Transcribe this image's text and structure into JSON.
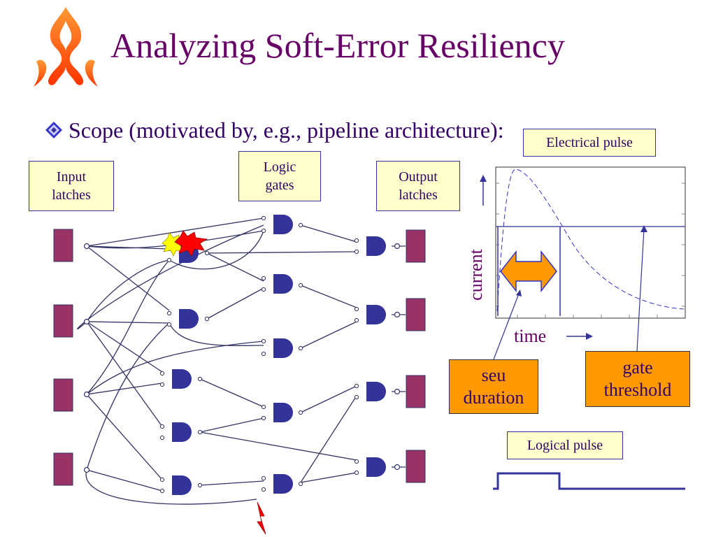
{
  "title": "Analyzing Soft-Error Resiliency",
  "bullet": {
    "text": "Scope (motivated by, e.g., pipeline architecture):"
  },
  "labels": {
    "input_latches": "Input\nlatches",
    "logic_gates": "Logic\ngates",
    "output_latches": "Output\nlatches",
    "electrical_pulse": "Electrical pulse",
    "logical_pulse": "Logical pulse",
    "seu_duration": "seu\nduration",
    "gate_threshold": "gate\nthreshold"
  },
  "axes": {
    "current": "current",
    "time": "time"
  },
  "colors": {
    "title": "#660066",
    "latch_fill": "#993366",
    "gate_fill": "#333399",
    "label_box_fill": "#ffffcc",
    "callout_fill": "#ff9900",
    "wire": "#333366",
    "pulse_line": "#333399",
    "strike_red": "#ff0000",
    "strike_yellow": "#ffff00"
  },
  "icons": {
    "logo": "flame-logo-icon",
    "bullet": "diamond-bullet-icon",
    "strike": "lightning-bolt-icon",
    "burst": "starburst-icon",
    "arrow": "double-arrow-icon"
  }
}
